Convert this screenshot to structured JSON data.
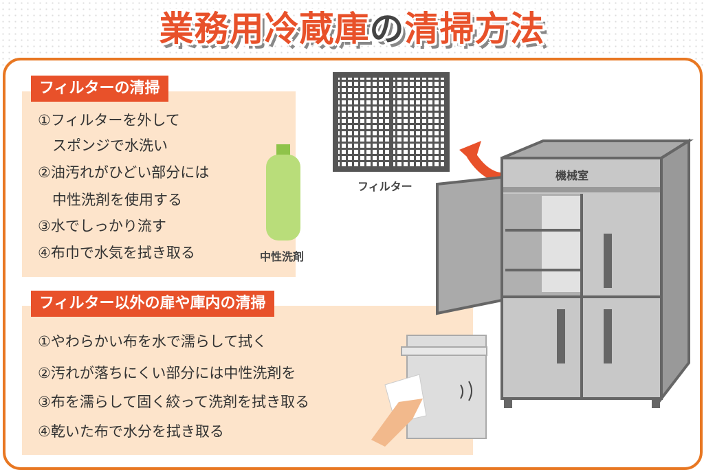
{
  "title": {
    "main": "業務用冷蔵庫",
    "particle": "の",
    "tail": "清掃方法"
  },
  "section1": {
    "heading": "フィルターの清掃",
    "steps": [
      "①フィルターを外して",
      "　スポンジで水洗い",
      "②油汚れがひどい部分には",
      "　中性洗剤を使用する",
      "③水でしっかり流す",
      "④布巾で水気を拭き取る"
    ]
  },
  "section2": {
    "heading": "フィルター以外の扉や庫内の清掃",
    "steps": [
      "①やわらかい布を水で濡らして拭く",
      "②汚れが落ちにくい部分には中性洗剤を",
      "③布を濡らして固く絞って洗剤を拭き取る",
      "④乾いた布で水分を拭き取る"
    ]
  },
  "labels": {
    "detergent": "中性洗剤",
    "filter": "フィルター",
    "machine_room": "機械室"
  },
  "colors": {
    "accent": "#e8512a",
    "frame": "#e87722",
    "peach": "#fde4cb",
    "bottle": "#b9dd7a"
  }
}
